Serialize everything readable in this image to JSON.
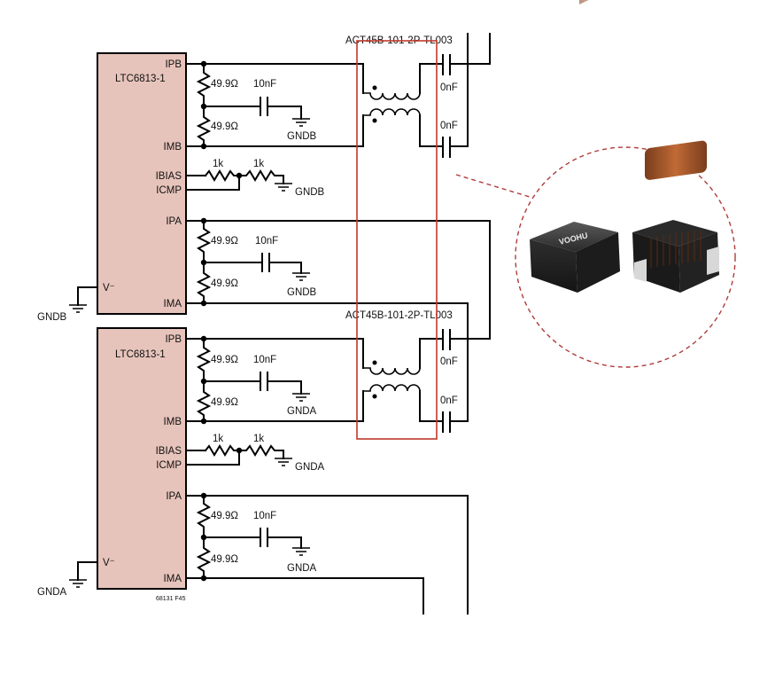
{
  "chips": [
    {
      "name": "LTC6813-1",
      "pins": {
        "ipb": "IPB",
        "imb": "IMB",
        "ibias": "IBIAS",
        "icmp": "ICMP",
        "ipa": "IPA",
        "ima": "IMA",
        "vminus": "V⁻"
      },
      "resistors": {
        "r1": "49.9Ω",
        "r2": "49.9Ω",
        "r3": "49.9Ω",
        "r4": "49.9Ω",
        "bias1": "1k",
        "bias2": "1k"
      },
      "caps": {
        "c1": "10nF",
        "c2": "10nF"
      },
      "grounds": {
        "b_cap": "GNDB",
        "bias": "GNDB",
        "a_cap": "GNDB",
        "chip": "GNDB"
      }
    },
    {
      "name": "LTC6813-1",
      "pins": {
        "ipb": "IPB",
        "imb": "IMB",
        "ibias": "IBIAS",
        "icmp": "ICMP",
        "ipa": "IPA",
        "ima": "IMA",
        "vminus": "V⁻"
      },
      "resistors": {
        "r1": "49.9Ω",
        "r2": "49.9Ω",
        "r3": "49.9Ω",
        "r4": "49.9Ω",
        "bias1": "1k",
        "bias2": "1k"
      },
      "caps": {
        "c1": "10nF",
        "c2": "10nF"
      },
      "grounds": {
        "b_cap": "GNDA",
        "bias": "GNDA",
        "a_cap": "GNDA",
        "chip": "GNDA"
      }
    }
  ],
  "transformers": [
    {
      "part": "ACT45B-101-2P-TL003",
      "cap_top": "0nF",
      "cap_bottom": "0nF"
    },
    {
      "part": "ACT45B-101-2P-TL003",
      "cap_top": "0nF",
      "cap_bottom": "0nF"
    }
  ],
  "figure_code": "68131 F45",
  "photo": {
    "brand_text": "VOOHU"
  },
  "colors": {
    "chip_fill": "#e7c4bb",
    "highlight": "#c0392b",
    "callout": "#b03a3a"
  }
}
